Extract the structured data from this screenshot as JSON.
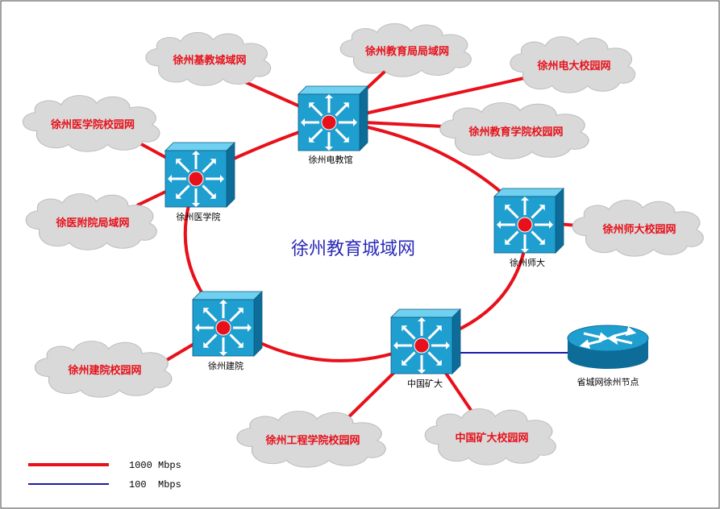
{
  "title": "徐州教育城域网",
  "colors": {
    "gigabit": "#e8101a",
    "fast": "#1a1aa8",
    "switch_face": "#1f9fd0",
    "switch_top": "#6fd0f0",
    "switch_side": "#0d6c98",
    "cloud": "#d9d9d9",
    "label": "#e8101a",
    "title": "#2a2ab8"
  },
  "switches": [
    {
      "id": "dianjiaoguan",
      "label": "徐州电教馆"
    },
    {
      "id": "yixueyuan",
      "label": "徐州医学院"
    },
    {
      "id": "shida",
      "label": "徐州师大"
    },
    {
      "id": "jianyuan",
      "label": "徐州建院"
    },
    {
      "id": "kuangda",
      "label": "中国矿大"
    }
  ],
  "router": {
    "id": "provincial",
    "label": "省城网徐州节点"
  },
  "clouds": [
    {
      "id": "jijiao",
      "label": "徐州基教城域网"
    },
    {
      "id": "jiaoyuju",
      "label": "徐州教育局局域网"
    },
    {
      "id": "dianda",
      "label": "徐州电大校园网"
    },
    {
      "id": "jiaoyuxueyuan",
      "label": "徐州教育学院校园网"
    },
    {
      "id": "yixueyuan_net",
      "label": "徐州医学院校园网"
    },
    {
      "id": "yifuyuan",
      "label": "徐医附院局域网"
    },
    {
      "id": "shida_net",
      "label": "徐州师大校园网"
    },
    {
      "id": "jianyuan_net",
      "label": "徐州建院校园网"
    },
    {
      "id": "gongcheng",
      "label": "徐州工程学院校园网"
    },
    {
      "id": "kuangda_net",
      "label": "中国矿大校园网"
    }
  ],
  "legend": [
    {
      "label": "1000 Mbps",
      "color": "#e8101a"
    },
    {
      "label": "100  Mbps",
      "color": "#1a1aa8"
    }
  ]
}
